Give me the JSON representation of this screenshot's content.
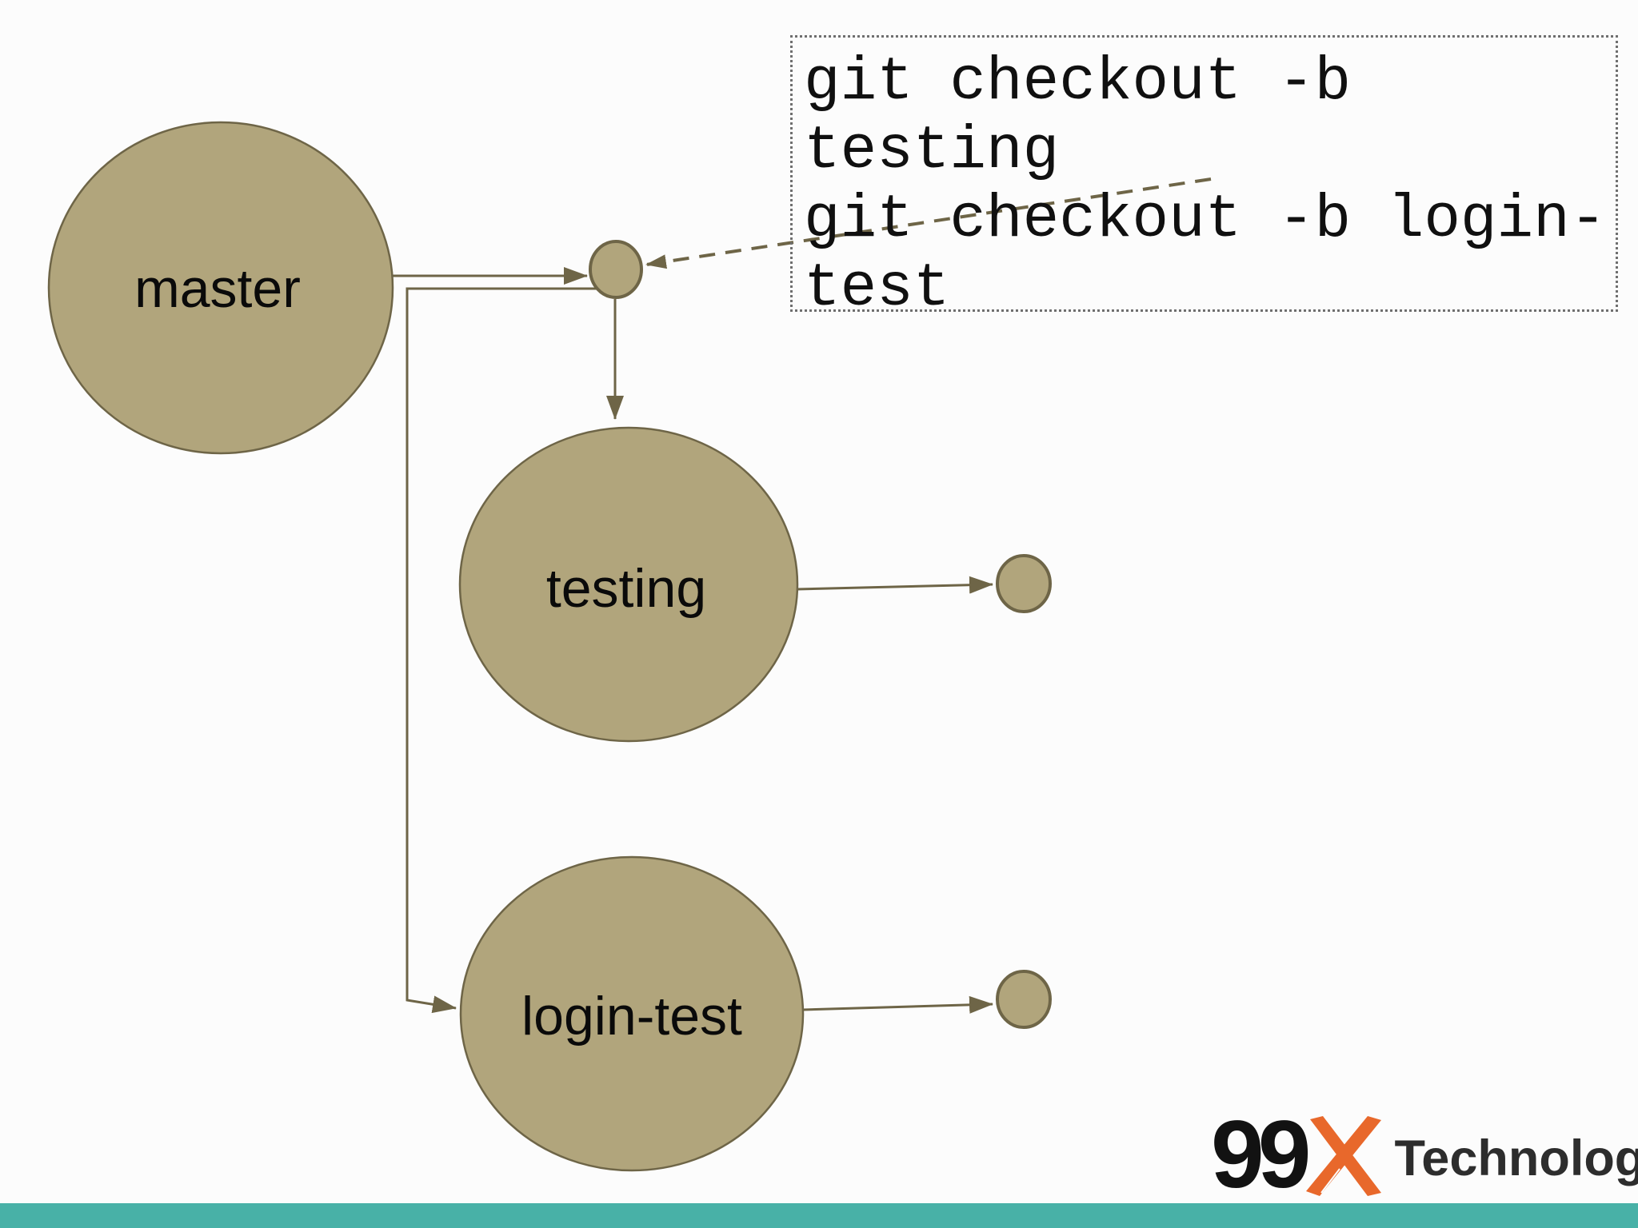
{
  "slide": {
    "background": "#fcfcfc",
    "footer_bar_color": "#48b1a7"
  },
  "diagram": {
    "node_fill": "#b1a57c",
    "node_stroke": "#6e6547",
    "line_color": "#6e6547",
    "nodes": [
      {
        "id": "master",
        "label": "master"
      },
      {
        "id": "testing",
        "label": "testing"
      },
      {
        "id": "login_test",
        "label": "login-test"
      }
    ],
    "commit_dots": 3
  },
  "code_box": {
    "commands": [
      "git checkout -b testing",
      "git checkout -b login-test"
    ]
  },
  "logo": {
    "prefix": "99",
    "x": "X",
    "name": "Technology",
    "x_color": "#e8682b"
  }
}
